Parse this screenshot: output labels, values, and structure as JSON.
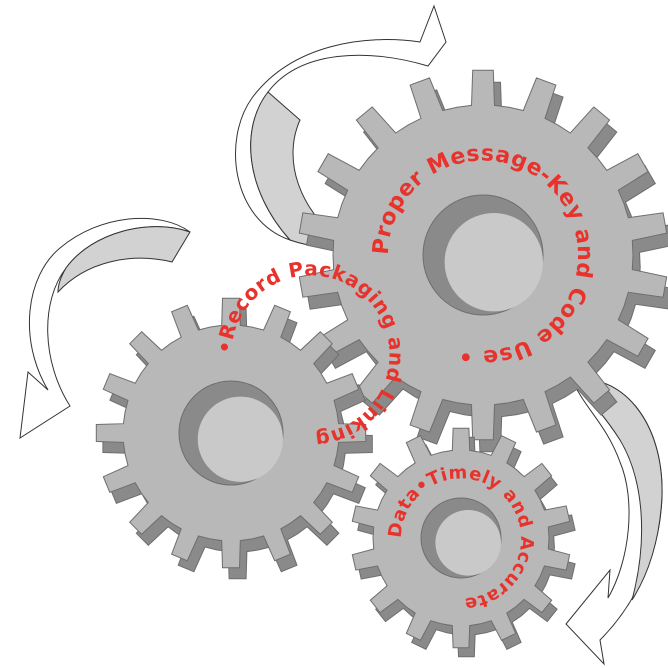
{
  "colors": {
    "gear_face": "#b8b8b8",
    "gear_side": "#8a8a8a",
    "gear_stroke": "#6e6e6e",
    "hole": "#c9c9c9",
    "text": "#e8322c",
    "arrow_fill": "#d2d2d2",
    "arrow_stroke": "#333333",
    "background": "#ffffff"
  },
  "gears": [
    {
      "id": "top-right",
      "label": "Proper Message-Key and Code Use •"
    },
    {
      "id": "left",
      "label": "•Record Packaging and Linking"
    },
    {
      "id": "bottom",
      "label": "Data•Timely and Accurate"
    }
  ],
  "arrows": [
    {
      "id": "top-arrow",
      "icon": "curved-arrow-icon"
    },
    {
      "id": "left-arrow",
      "icon": "curved-arrow-icon"
    },
    {
      "id": "right-arrow",
      "icon": "curved-arrow-icon"
    }
  ]
}
